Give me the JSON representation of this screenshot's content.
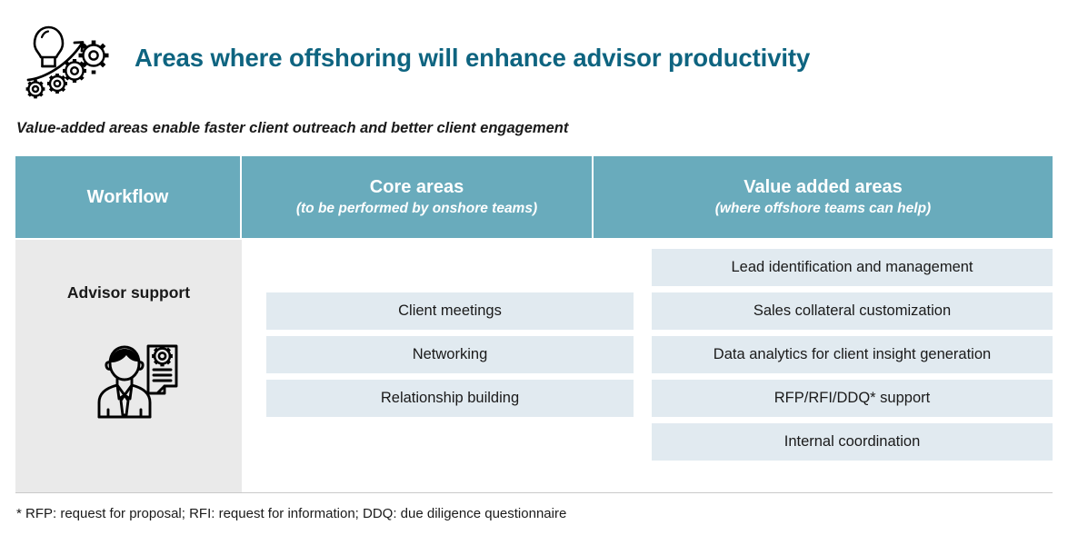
{
  "header": {
    "title": "Areas where offshoring will enhance advisor productivity",
    "subtitle": "Value-added areas enable faster client outreach and better client engagement",
    "brand_icon": "lightbulb-gears-growth-icon",
    "title_color": "#0e6480"
  },
  "table": {
    "header_bg": "#69abbc",
    "workflow_bg": "#eaeaea",
    "cell_bg": "#e1eaf0",
    "columns": [
      {
        "title": "Workflow",
        "subtitle": ""
      },
      {
        "title": "Core areas",
        "subtitle": "(to be performed by onshore teams)"
      },
      {
        "title": "Value added areas",
        "subtitle": "(where offshore teams can help)"
      }
    ],
    "row": {
      "workflow_label": "Advisor support",
      "workflow_icon": "advisor-person-document-icon",
      "core_areas": [
        "Client meetings",
        "Networking",
        "Relationship building"
      ],
      "value_added_areas": [
        "Lead identification and management",
        "Sales collateral customization",
        "Data analytics for client insight generation",
        "RFP/RFI/DDQ* support",
        "Internal coordination"
      ]
    }
  },
  "footnote": "* RFP: request for proposal; RFI: request for information; DDQ: due diligence questionnaire"
}
